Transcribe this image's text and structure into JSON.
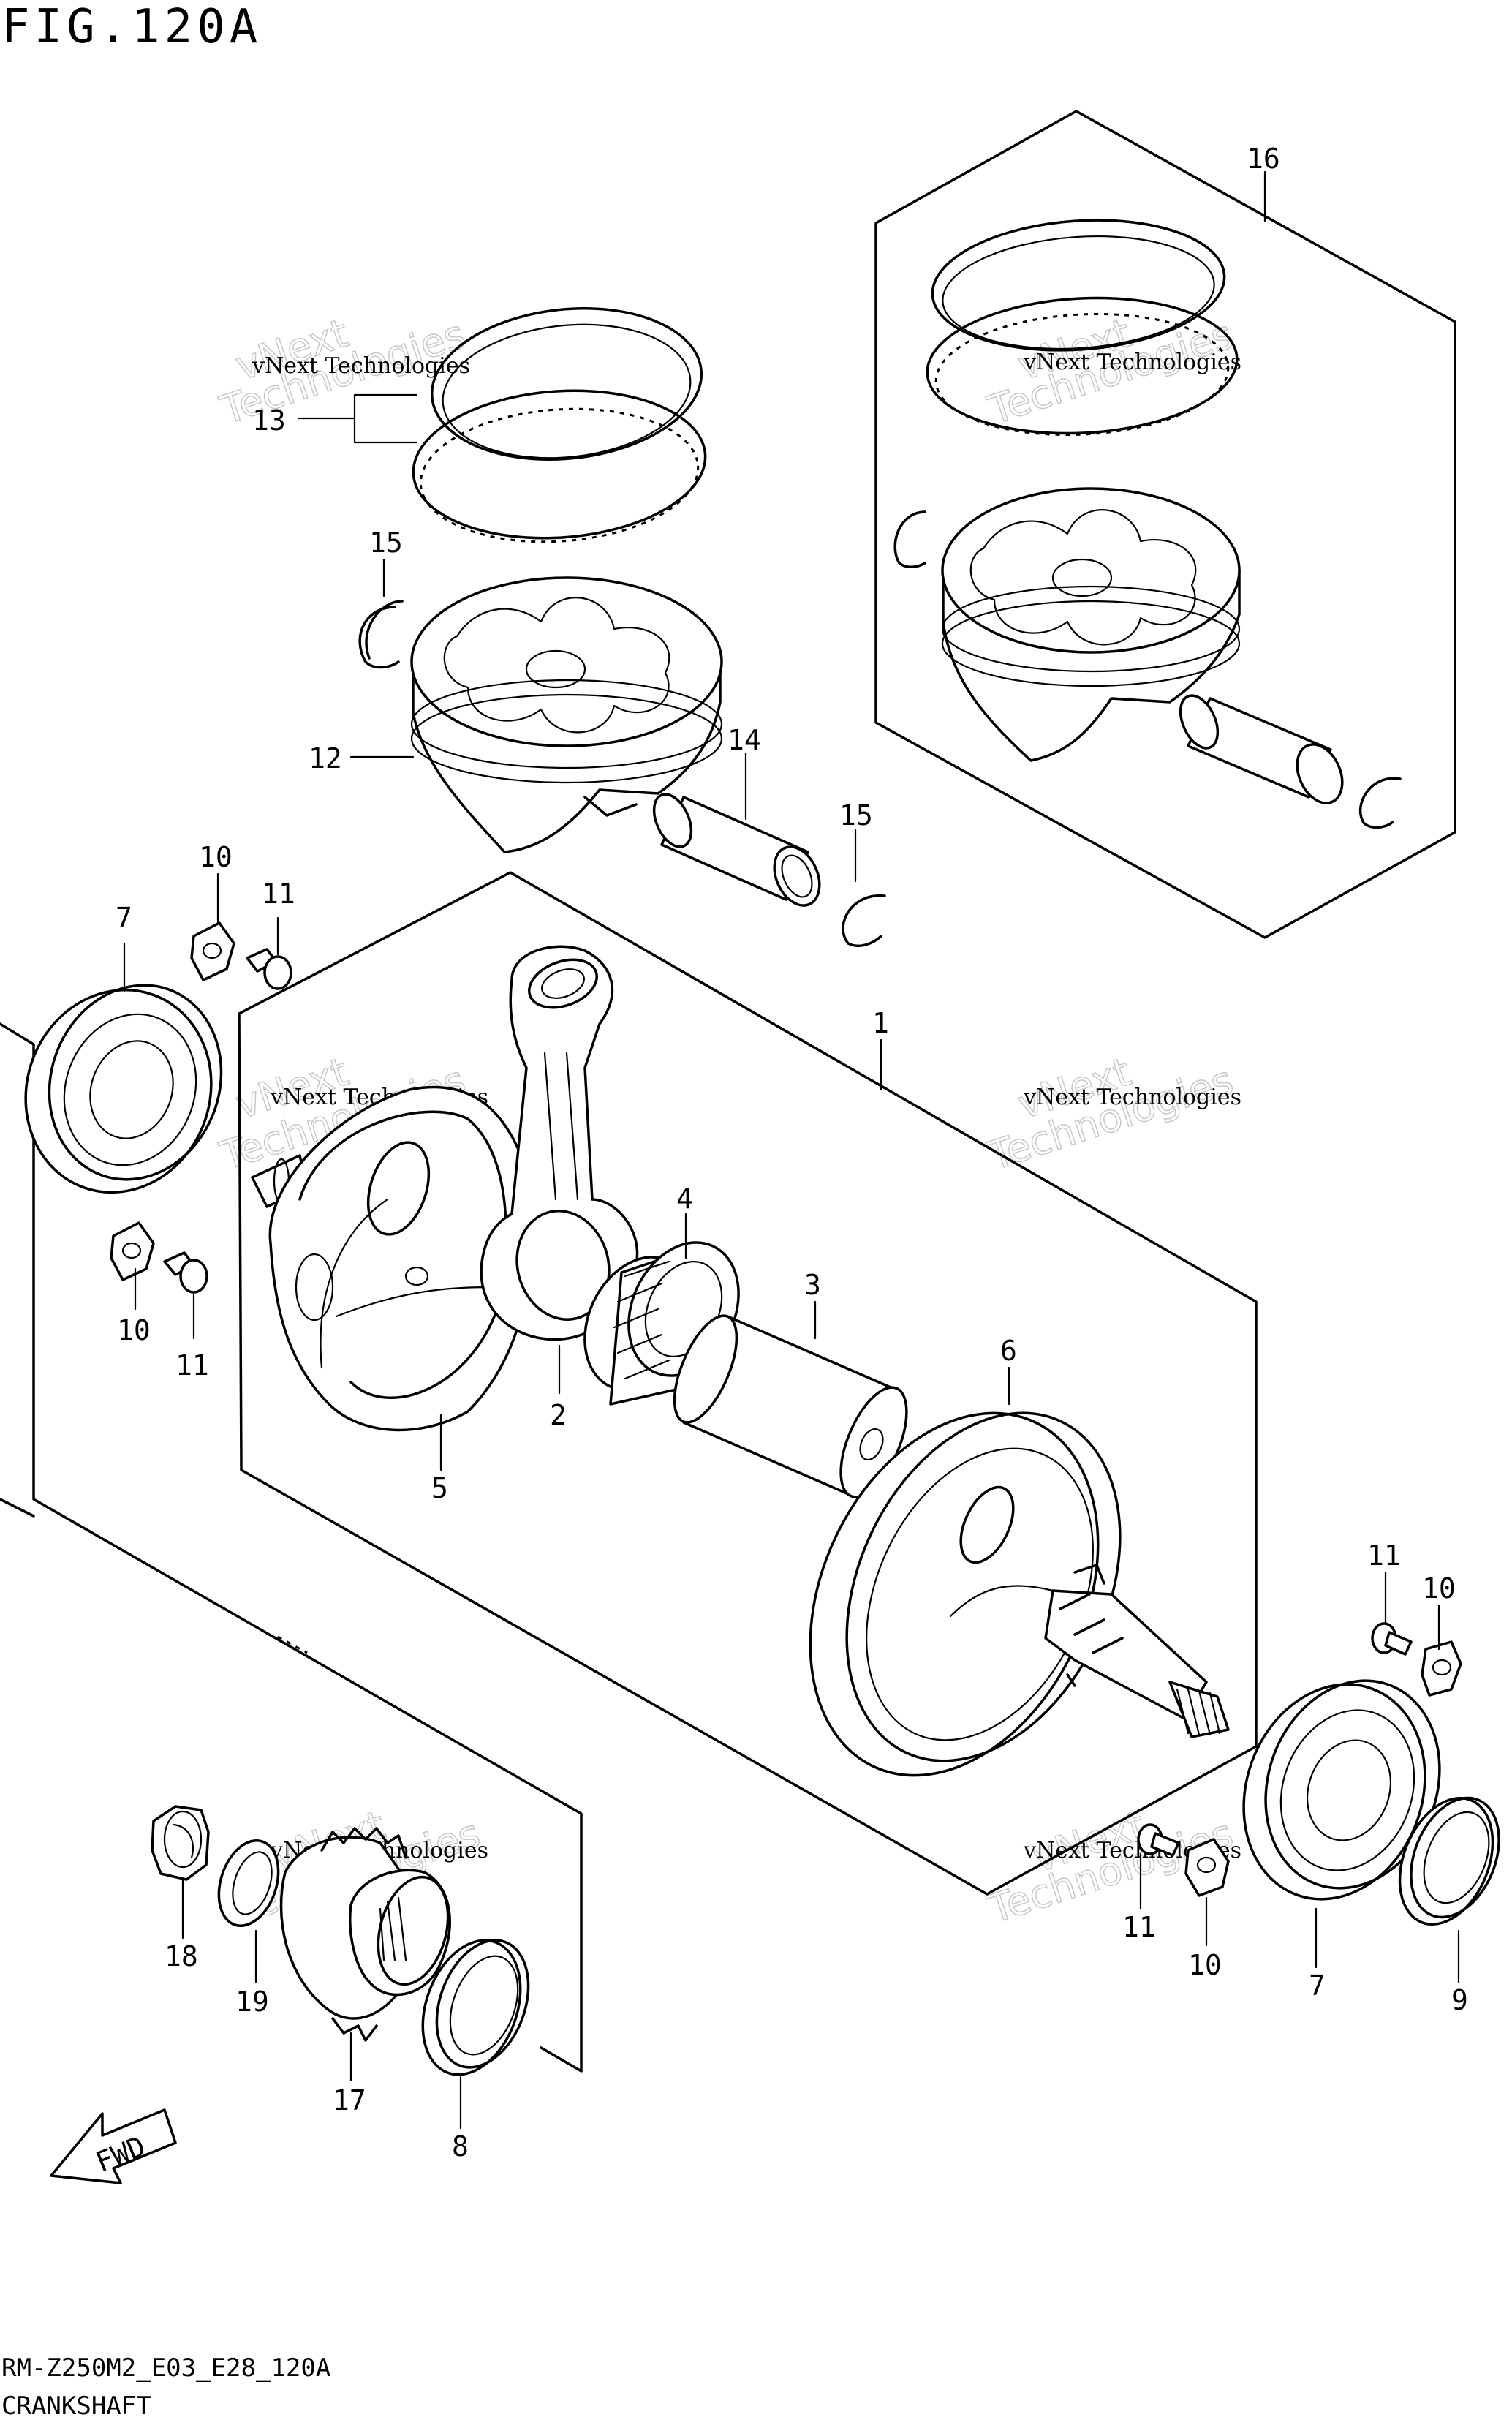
{
  "figure": {
    "title": "FIG.120A",
    "model_code": "RM-Z250M2_E03_E28_120A",
    "section_name": "CRANKSHAFT"
  },
  "direction_marker": {
    "label": "FWD",
    "icon": "arrow-left-down-icon"
  },
  "watermark": {
    "text": "vNext Technologies",
    "line1": "vNext",
    "line2": "Technologies"
  },
  "callouts": {
    "c1": "1",
    "c2": "2",
    "c3": "3",
    "c4": "4",
    "c5": "5",
    "c6": "6",
    "c7a": "7",
    "c7b": "7",
    "c8": "8",
    "c9": "9",
    "c10a": "10",
    "c10b": "10",
    "c10c": "10",
    "c10d": "10",
    "c11a": "11",
    "c11b": "11",
    "c11c": "11",
    "c11d": "11",
    "c12": "12",
    "c13": "13",
    "c14": "14",
    "c15a": "15",
    "c15b": "15",
    "c16": "16",
    "c17": "17",
    "c18": "18",
    "c19": "19"
  }
}
